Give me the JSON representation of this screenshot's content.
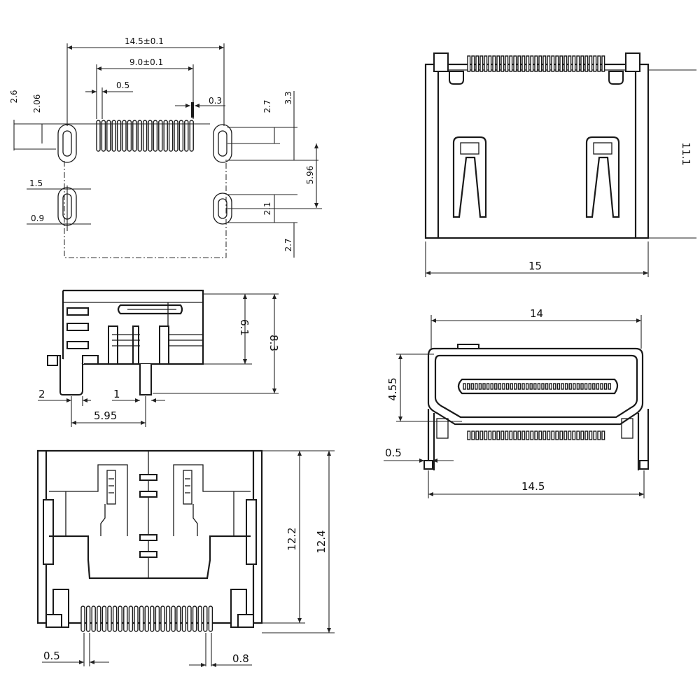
{
  "dimensions": {
    "footprint": {
      "overall_width": "14.5±0.1",
      "pin_span": "9.0±0.1",
      "pin_pitch": "0.5",
      "pin_width": "0.3",
      "slot_offset": "2.6",
      "slot_height_left": "2.06",
      "slot_right_height": "2.7",
      "slot_right_top": "3.3",
      "lower_slot_width": "1.5",
      "lower_slot_inner": "0.9",
      "slot_spacing": "5.96",
      "lower_slot_height": "2.1",
      "bottom_offset": "2.7"
    },
    "top_view": {
      "width": "15",
      "height": "11.1"
    },
    "side_view": {
      "height_a": "6.1",
      "height_b": "8.3",
      "tab": "2",
      "pin": "1",
      "span": "5.95"
    },
    "front_view": {
      "top_width": "14",
      "height": "4.55",
      "offset": "0.5",
      "bottom_width": "14.5"
    },
    "bottom_view": {
      "height_a": "12.2",
      "height_b": "12.4",
      "pitch": "0.5",
      "pin_width": "0.8"
    }
  }
}
